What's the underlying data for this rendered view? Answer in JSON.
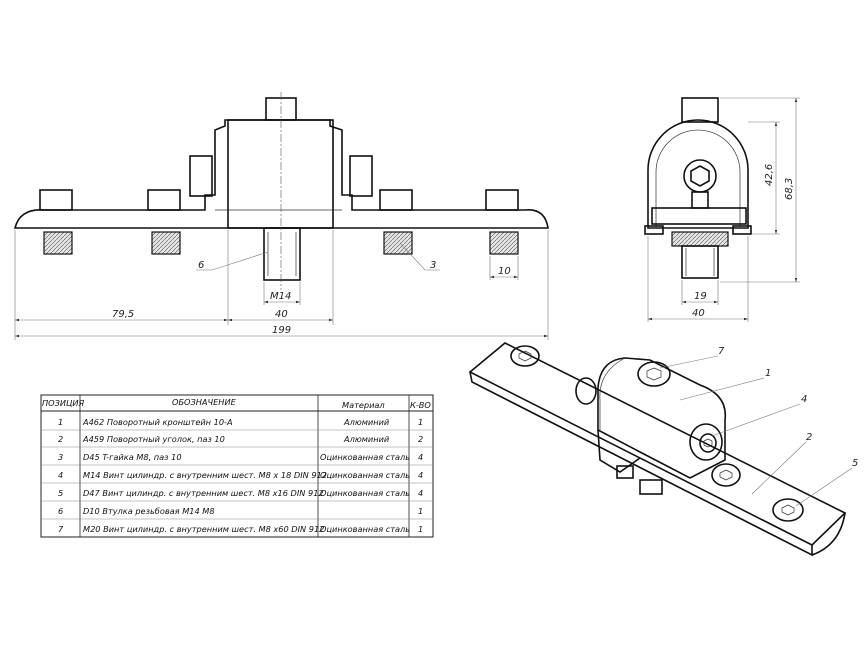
{
  "front_view": {
    "dims": {
      "d1": "79,5",
      "d2": "40",
      "d3": "199",
      "d4": "10",
      "thread": "M14"
    },
    "callouts": {
      "c6": "6",
      "c3": "3"
    }
  },
  "side_view": {
    "dims": {
      "h1": "42,6",
      "h2": "68,3",
      "w1": "19",
      "w2": "40"
    }
  },
  "iso_view": {
    "callouts": {
      "c7": "7",
      "c1": "1",
      "c4": "4",
      "c2": "2",
      "c5": "5"
    }
  },
  "bom": {
    "headers": {
      "pos": "ПОЗИЦИЯ",
      "name": "ОБОЗНАЧЕНИЕ",
      "material": "Материал",
      "qty": "К-ВО"
    },
    "rows": [
      {
        "pos": "1",
        "name": "A462 Поворотный кронштейн 10-А",
        "material": "Алюминий",
        "qty": "1"
      },
      {
        "pos": "2",
        "name": "A459 Поворотный уголок, паз 10",
        "material": "Алюминий",
        "qty": "2"
      },
      {
        "pos": "3",
        "name": "D45 T-гайка M8, паз 10",
        "material": "Оцинкованная сталь",
        "qty": "4"
      },
      {
        "pos": "4",
        "name": "M14 Винт цилиндр. с внутренним шест. M8 x 18 DIN 912",
        "material": "Оцинкованная сталь",
        "qty": "4"
      },
      {
        "pos": "5",
        "name": "D47 Винт цилиндр. с внутренним шест. M8 x16 DIN 912",
        "material": "Оцинкованная сталь",
        "qty": "4"
      },
      {
        "pos": "6",
        "name": "D10 Втулка резьбовая M14   M8",
        "material": "",
        "qty": "1"
      },
      {
        "pos": "7",
        "name": "M20 Винт цилиндр. с внутренним шест. M8 x60 DIN 912",
        "material": "Оцинкованная сталь",
        "qty": "1"
      }
    ]
  }
}
